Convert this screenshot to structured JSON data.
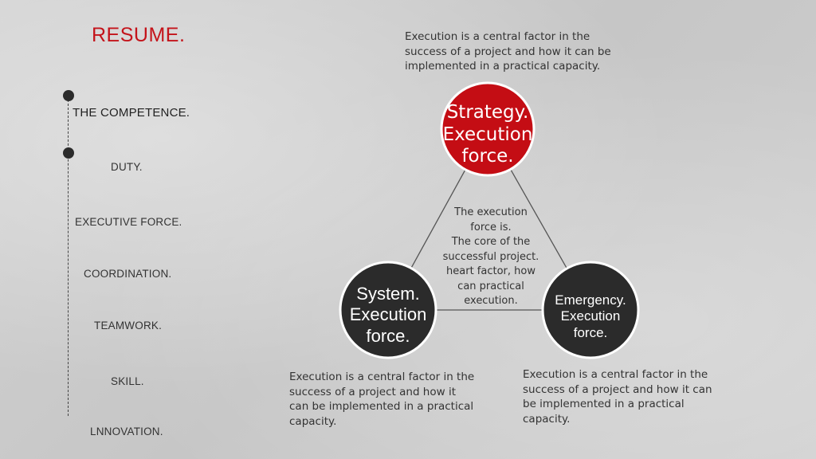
{
  "title": "RESUME.",
  "nav": {
    "items": [
      "THE COMPETENCE.",
      "DUTY.",
      "EXECUTIVE FORCE.",
      "COORDINATION.",
      "TEAMWORK.",
      "SKILL.",
      "LNNOVATION."
    ]
  },
  "diagram": {
    "nodes": {
      "strategy": {
        "line1": "Strategy.",
        "line2": "Execution",
        "line3": "force.",
        "color": "#c40d14"
      },
      "system": {
        "line1": "System.",
        "line2": "Execution",
        "line3": "force.",
        "color": "#2b2b2b"
      },
      "emergency": {
        "line1": "Emergency.",
        "line2": "Execution",
        "line3": "force.",
        "color": "#2b2b2b"
      }
    },
    "center": {
      "line1": "The execution",
      "line2": "force is.",
      "line3": "The core of the",
      "line4": "successful project.",
      "line5": "heart factor, how",
      "line6": "can practical",
      "line7": "execution."
    }
  },
  "descriptions": {
    "top": {
      "line1": "Execution is a central factor in the",
      "line2": "success of a project and how it can be",
      "line3": "implemented in a practical capacity."
    },
    "bottom_left": {
      "line1": "Execution is a central factor in the",
      "line2": "success of a project and how it",
      "line3": "can be implemented in a practical",
      "line4": "capacity."
    },
    "bottom_right": {
      "line1": "Execution is a central factor in the",
      "line2": "success of a project and how it can",
      "line3": "be implemented in a practical",
      "line4": "capacity."
    }
  }
}
